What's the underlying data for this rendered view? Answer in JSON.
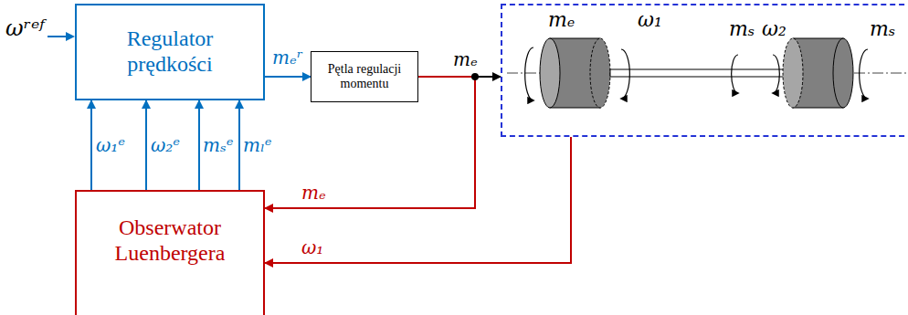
{
  "diagram": {
    "nodes": [
      {
        "text": [
          "Regulator prędkości"
        ]
      },
      {
        "text": [
          "Pętla regulacji momentu"
        ]
      },
      {
        "text": [
          "Obserwator Luenbergera"
        ]
      },
      {
        "text": [
          "mₑ",
          "ω₁",
          "mₛ",
          "ω₂",
          "mₛ"
        ]
      }
    ],
    "edges": [
      {
        "from": 0,
        "to": 1,
        "arrow": "to",
        "label": "mₑʳ"
      },
      {
        "from": 1,
        "to": 3,
        "arrow": "to",
        "label": "mₑ"
      },
      {
        "from": 1,
        "to": 2,
        "arrow": "to",
        "label": "mₑ"
      },
      {
        "from": 3,
        "to": 2,
        "arrow": "to",
        "label": "ω₁"
      },
      {
        "from": 2,
        "to": 0,
        "arrow": "to",
        "label": "ω₁ᵉ"
      },
      {
        "from": 2,
        "to": 0,
        "arrow": "to",
        "label": "ω₂ᵉ"
      },
      {
        "from": 2,
        "to": 0,
        "arrow": "to",
        "label": "mₛᵉ"
      },
      {
        "from": 2,
        "to": 0,
        "arrow": "to",
        "label": "mₗᵉ"
      }
    ],
    "labels": [
      "ωʳᵉᶠ"
    ]
  }
}
